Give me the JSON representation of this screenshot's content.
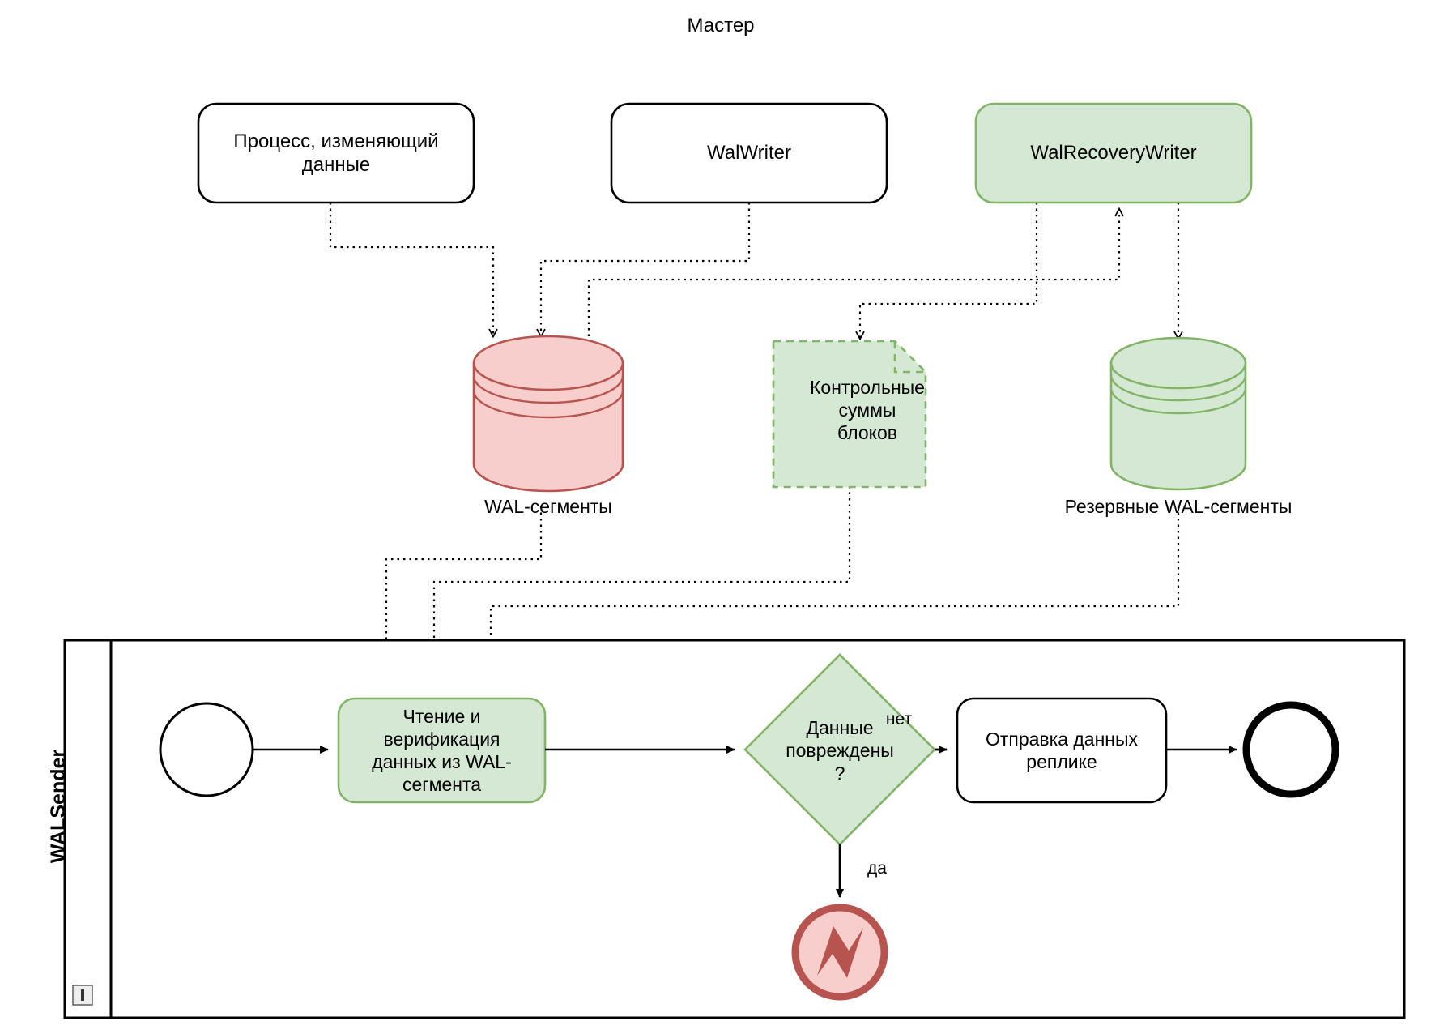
{
  "diagram": {
    "type": "bpmn-flowchart",
    "title": "Мастер",
    "pool": {
      "name": "WALSender",
      "marker_icon": "collapsed-pool-marker-icon"
    },
    "participants": [
      {
        "id": "proc",
        "label": "Процесс, изменяющий\nданные",
        "style": "white-rounded"
      },
      {
        "id": "walwriter",
        "label": "WalWriter",
        "style": "white-rounded"
      },
      {
        "id": "walrecovery",
        "label": "WalRecoveryWriter",
        "style": "green-rounded"
      }
    ],
    "data_stores": [
      {
        "id": "wal",
        "label": "WAL-сегменты",
        "shape": "cylinder",
        "color": "pink"
      },
      {
        "id": "checksums",
        "label": "Контрольные\nсуммы блоков",
        "shape": "document",
        "color": "green-dashed"
      },
      {
        "id": "backup",
        "label": "Резервные WAL-сегменты",
        "shape": "cylinder",
        "color": "green"
      }
    ],
    "nodes": [
      {
        "id": "start",
        "type": "start-event",
        "label": ""
      },
      {
        "id": "read",
        "type": "task",
        "label": "Чтение и\nверификация\nданных из WAL-\nсегмента",
        "style": "green"
      },
      {
        "id": "gateway",
        "type": "exclusive-gateway",
        "label": "Данные\nповреждены\n?",
        "style": "green"
      },
      {
        "id": "send",
        "type": "task",
        "label": "Отправка данных\nреплике",
        "style": "white"
      },
      {
        "id": "end",
        "type": "end-event",
        "label": ""
      },
      {
        "id": "error",
        "type": "error-end-event",
        "label": "",
        "style": "pink"
      }
    ],
    "flow_labels": {
      "no": "нет",
      "yes": "да"
    },
    "colors": {
      "green_fill": "#d5e8d4",
      "green_stroke": "#82b366",
      "pink_fill": "#f8cecc",
      "pink_stroke": "#b85450",
      "white_fill": "#ffffff",
      "black_stroke": "#000000"
    }
  }
}
